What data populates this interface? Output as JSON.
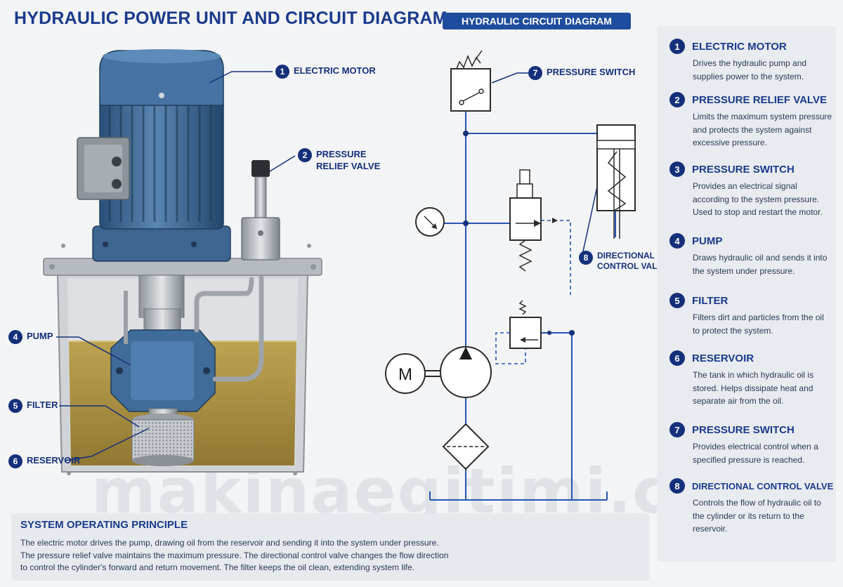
{
  "title": "HYDRAULIC POWER UNIT AND CIRCUIT DIAGRAM",
  "circuit_badge": "HYDRAULIC CIRCUIT DIAGRAM",
  "motor_symbol_letter": "M",
  "callouts": {
    "c1": {
      "num": "1",
      "label": "ELECTRIC MOTOR"
    },
    "c2": {
      "num": "2",
      "label1": "PRESSURE",
      "label2": "RELIEF VALVE"
    },
    "c4": {
      "num": "4",
      "label": "PUMP"
    },
    "c5": {
      "num": "5",
      "label": "FILTER"
    },
    "c6": {
      "num": "6",
      "label": "RESERVOIR"
    },
    "c7": {
      "num": "7",
      "label": "PRESSURE SWITCH"
    },
    "c8": {
      "num": "8",
      "label1": "DIRECTIONAL",
      "label2": "CONTROL VALVE"
    }
  },
  "legend": [
    {
      "num": "1",
      "title": "ELECTRIC MOTOR",
      "desc": "Drives the hydraulic pump and supplies power to the system."
    },
    {
      "num": "2",
      "title": "PRESSURE RELIEF VALVE",
      "desc": "Limits the maximum system pressure and protects the system against excessive pressure."
    },
    {
      "num": "3",
      "title": "PRESSURE SWITCH",
      "desc": "Provides an electrical signal according to the system pressure. Used to stop and restart the motor."
    },
    {
      "num": "4",
      "title": "PUMP",
      "desc": "Draws hydraulic oil and sends it into the system under pressure."
    },
    {
      "num": "5",
      "title": "FILTER",
      "desc": "Filters dirt and particles from the oil to protect the system."
    },
    {
      "num": "6",
      "title": "RESERVOIR",
      "desc": "The tank in which hydraulic oil is stored. Helps dissipate heat and separate air from the oil."
    },
    {
      "num": "7",
      "title": "PRESSURE SWITCH",
      "desc": "Provides electrical control when a specified pressure is reached."
    },
    {
      "num": "8",
      "title": "DIRECTIONAL CONTROL VALVE",
      "desc": "Controls the flow of hydraulic oil to the cylinder or its return to the reservoir."
    }
  ],
  "principle": {
    "title": "SYSTEM OPERATING PRINCIPLE",
    "line1": "The electric motor drives the pump, drawing oil from the reservoir and sending it into the system under pressure.",
    "line2": "The pressure relief valve maintains the maximum pressure. The directional control valve changes the flow direction",
    "line3": "to control the cylinder's forward and return movement. The filter keeps the oil clean, extending system life."
  },
  "watermark": "makinaegitimi.com",
  "colors": {
    "brand_navy": "#15307a",
    "badge_blue": "#1e4d9e",
    "line_blue": "#2454b0",
    "motor_blue": "#3f6c98",
    "oil": "#b59a3c"
  }
}
